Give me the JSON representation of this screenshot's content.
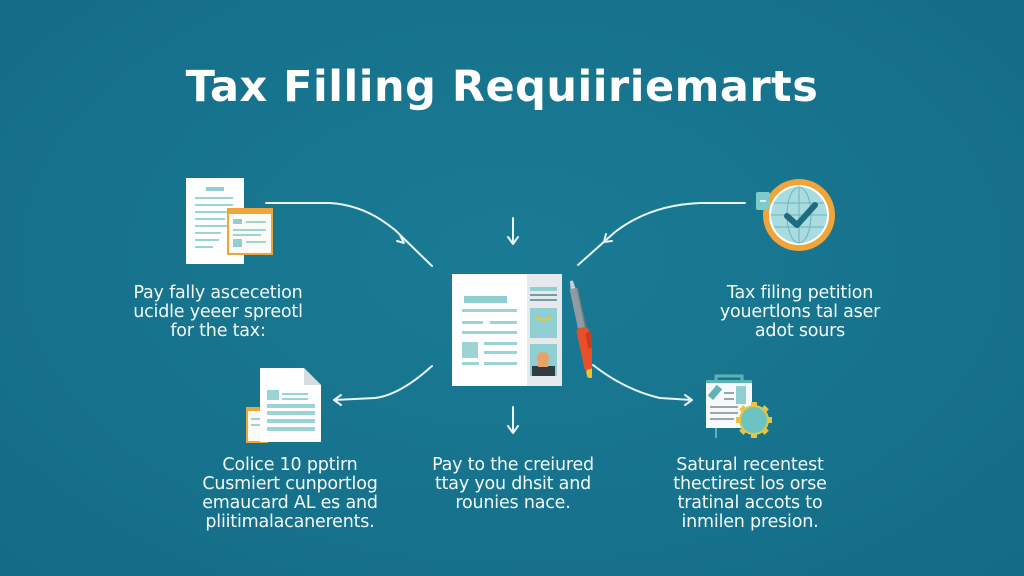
{
  "title": "Tax Filling Requiiriemarts",
  "colors": {
    "background": "#17738d",
    "accent_orange": "#f0a53a",
    "accent_teal": "#7ecbcc",
    "pen_red": "#e8502a",
    "text": "#ffffff"
  },
  "nodes": [
    {
      "id": "top-left",
      "icon": "document-stack-icon",
      "caption": [
        "Pay fally ascecetion",
        "ucidle yeeer spreotl",
        "for the tax:"
      ]
    },
    {
      "id": "top-right",
      "icon": "globe-checkmark-icon",
      "caption": [
        "Tax filing petition",
        "youertlons tal aser",
        "adot sours"
      ]
    },
    {
      "id": "center",
      "icon": "id-form-with-pen-icon",
      "caption": []
    },
    {
      "id": "bottom-left",
      "icon": "document-page-icon",
      "caption": [
        "Colice 10 pptirn",
        "Cusmiert cunportlog",
        "emaucard AL es and",
        "pliitimalacanerents."
      ]
    },
    {
      "id": "bottom-center",
      "icon": "none",
      "caption": [
        "Pay to the creiured",
        "ttay you dhsit and",
        "rounies nace."
      ]
    },
    {
      "id": "bottom-right",
      "icon": "clipboard-gear-icon",
      "caption": [
        "Satural recentest",
        "thectirest los orse",
        "tratinal accots to",
        "inmilen presion."
      ]
    }
  ]
}
